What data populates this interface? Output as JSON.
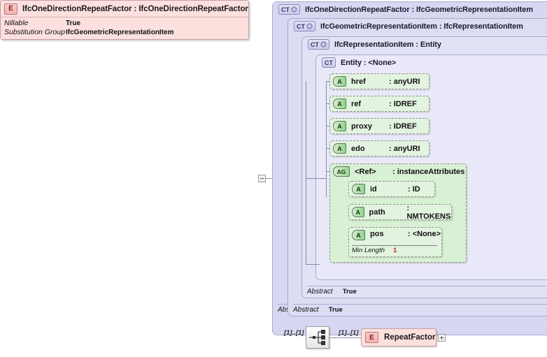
{
  "element": {
    "badge": "E",
    "title": "IfcOneDirectionRepeatFactor : IfcOneDirectionRepeatFactor",
    "properties": [
      {
        "key": "Nillable",
        "value": "True"
      },
      {
        "key": "Substitution Group",
        "value": "IfcGeometricRepresentationItem"
      }
    ]
  },
  "complex_types": [
    {
      "badge": "CT",
      "plus": "+",
      "title": "IfcOneDirectionRepeatFactor : IfcGeometricRepresentationItem",
      "footer_key": "Abstract",
      "footer_value": "True"
    },
    {
      "badge": "CT",
      "plus": "+",
      "title": "IfcGeometricRepresentationItem : IfcRepresentationItem",
      "footer_key": "Abstract",
      "footer_value": "True"
    },
    {
      "badge": "CT",
      "plus": "+",
      "title": "IfcRepresentationItem : Entity",
      "footer_key": "Abstract",
      "footer_value": "True"
    },
    {
      "badge": "CT",
      "plus": "",
      "title": "Entity    : <None>",
      "footer_key": "",
      "footer_value": ""
    }
  ],
  "attributes": [
    {
      "badge": "A",
      "name": "href",
      "type": ": anyURI"
    },
    {
      "badge": "A",
      "name": "ref",
      "type": ": IDREF"
    },
    {
      "badge": "A",
      "name": "proxy",
      "type": ": IDREF"
    },
    {
      "badge": "A",
      "name": "edo",
      "type": ": anyURI"
    }
  ],
  "attribute_group": {
    "badge": "AG",
    "name": "<Ref>",
    "type": ": instanceAttributes",
    "attributes": [
      {
        "badge": "A",
        "name": "id",
        "type": ": ID"
      },
      {
        "badge": "A",
        "name": "path",
        "type": ": NMTOKENS"
      },
      {
        "badge": "A",
        "name": "pos",
        "type": ": <None>"
      }
    ],
    "facet": {
      "key": "Min Length",
      "value": "1"
    }
  },
  "sequence": {
    "icon": "sequence-icon",
    "left_cardinality": "[1]..[1]",
    "right_cardinality": "[1]..[1]",
    "child": {
      "badge": "E",
      "label": "RepeatFactor"
    }
  }
}
